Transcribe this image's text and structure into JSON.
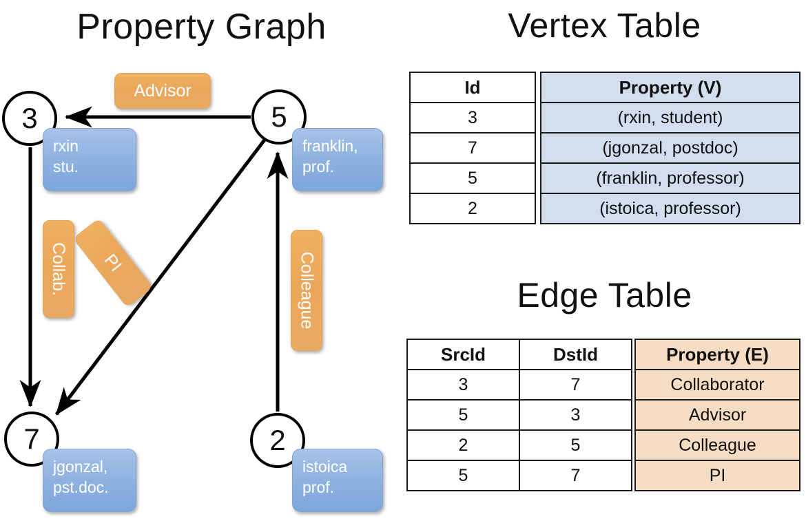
{
  "panels": {
    "graph_title": "Property Graph",
    "vertex_title": "Vertex Table",
    "edge_title": "Edge Table"
  },
  "colors": {
    "vertex_cell": "#d3ddf0",
    "edge_cell": "#f5ddc3",
    "node_badge_blue": "#8fb2e0",
    "edge_badge_orange": "#eaa75a",
    "stroke": "#000000"
  },
  "graph": {
    "nodes": [
      {
        "id": "3",
        "label": "3",
        "property": "rxin\nstu."
      },
      {
        "id": "5",
        "label": "5",
        "property": "franklin,\nprof."
      },
      {
        "id": "7",
        "label": "7",
        "property": "jgonzal,\npst.doc."
      },
      {
        "id": "2",
        "label": "2",
        "property": "istoica\nprof."
      }
    ],
    "edge_labels": [
      {
        "name": "advisor",
        "text": "Advisor"
      },
      {
        "name": "collab",
        "text": "Collab."
      },
      {
        "name": "pi",
        "text": "PI"
      },
      {
        "name": "colleague",
        "text": "Colleague"
      }
    ],
    "edges": [
      {
        "src": "5",
        "dst": "3",
        "label": "Advisor"
      },
      {
        "src": "3",
        "dst": "7",
        "label": "Collab."
      },
      {
        "src": "5",
        "dst": "7",
        "label": "PI"
      },
      {
        "src": "2",
        "dst": "5",
        "label": "Colleague"
      }
    ]
  },
  "vertex_table": {
    "headers": [
      "Id",
      "Property (V)"
    ],
    "rows": [
      {
        "id": "3",
        "property": "(rxin, student)"
      },
      {
        "id": "7",
        "property": "(jgonzal, postdoc)"
      },
      {
        "id": "5",
        "property": "(franklin, professor)"
      },
      {
        "id": "2",
        "property": "(istoica, professor)"
      }
    ]
  },
  "edge_table": {
    "headers": [
      "SrcId",
      "DstId",
      "Property (E)"
    ],
    "rows": [
      {
        "src": "3",
        "dst": "7",
        "property": "Collaborator"
      },
      {
        "src": "5",
        "dst": "3",
        "property": "Advisor"
      },
      {
        "src": "2",
        "dst": "5",
        "property": "Colleague"
      },
      {
        "src": "5",
        "dst": "7",
        "property": "PI"
      }
    ]
  }
}
